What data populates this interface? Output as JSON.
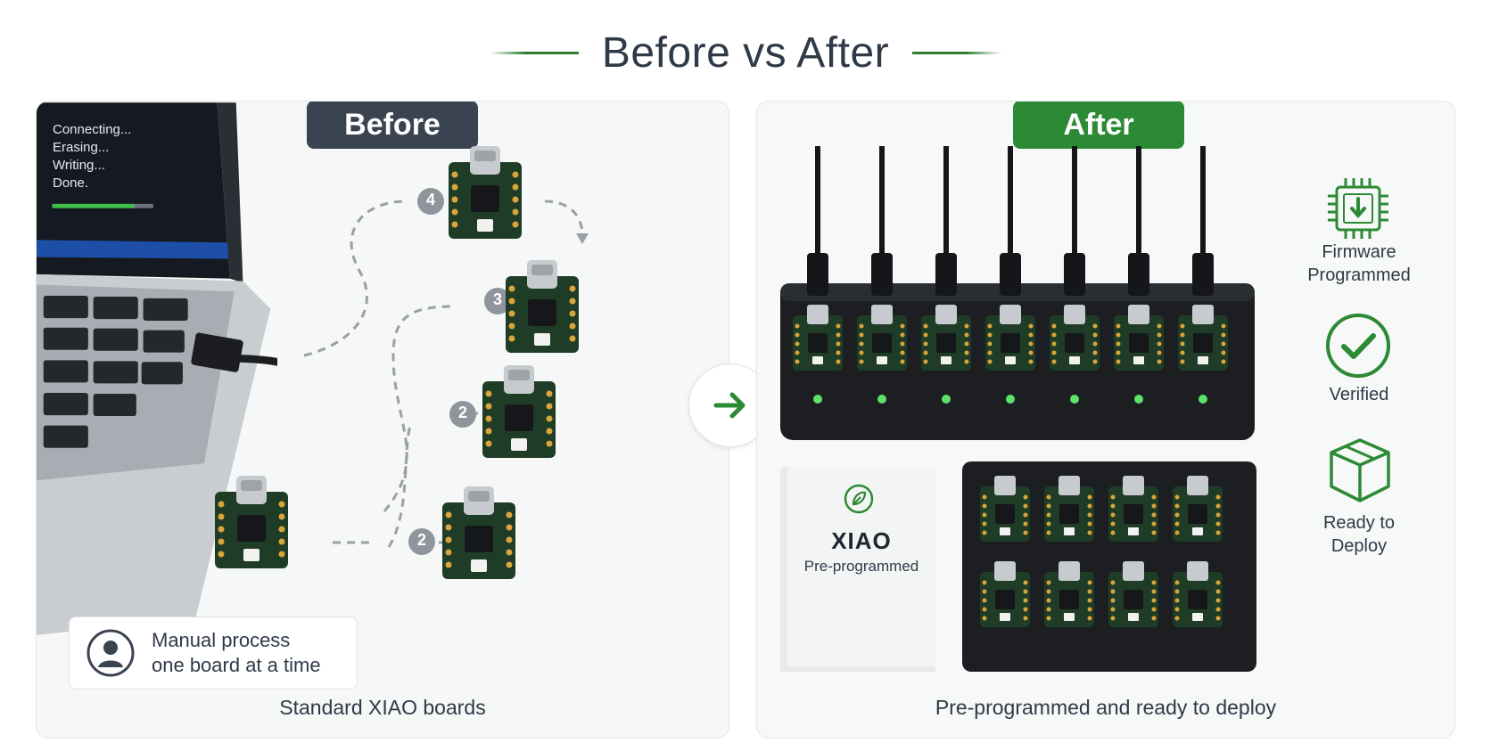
{
  "title": "Before vs After",
  "before": {
    "label": "Before",
    "caption": "Standard XIAO boards",
    "terminal": [
      "Connecting...",
      "Erasing...",
      "Writing...",
      "Done."
    ],
    "steps": [
      "4",
      "3",
      "2",
      "2"
    ],
    "process_line1": "Manual process",
    "process_line2": "one board at a time"
  },
  "after": {
    "label": "After",
    "caption": "Pre-programmed and ready to deploy",
    "box_brand": "XIAO",
    "box_sub": "Pre-programmed",
    "features": [
      {
        "line1": "Firmware",
        "line2": "Programmed"
      },
      {
        "line1": "Verified",
        "line2": ""
      },
      {
        "line1": "Ready to",
        "line2": "Deploy"
      }
    ]
  },
  "colors": {
    "green": "#2d8a34",
    "dark": "#3a4350",
    "board": "#1f3d26"
  },
  "icons": [
    "chip-download-icon",
    "check-circle-icon",
    "box-icon",
    "user-icon",
    "arrow-right-icon"
  ]
}
